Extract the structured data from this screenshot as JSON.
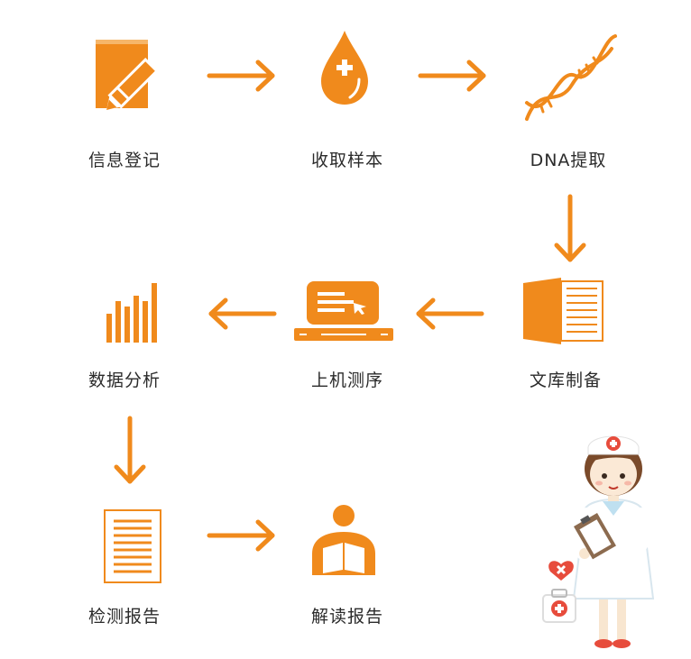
{
  "accent_color": "#F08A1C",
  "nodes": [
    {
      "id": "register",
      "label": "信息登记",
      "icon": "notebook-pencil-icon"
    },
    {
      "id": "sample",
      "label": "收取样本",
      "icon": "blood-drop-icon"
    },
    {
      "id": "dna",
      "label": "DNA提取",
      "icon": "dna-helix-icon"
    },
    {
      "id": "library",
      "label": "文库制备",
      "icon": "book-pages-icon"
    },
    {
      "id": "sequencing",
      "label": "上机测序",
      "icon": "laptop-icon"
    },
    {
      "id": "analysis",
      "label": "数据分析",
      "icon": "bar-chart-icon"
    },
    {
      "id": "report",
      "label": "检测报告",
      "icon": "document-lines-icon"
    },
    {
      "id": "interpret",
      "label": "解读报告",
      "icon": "person-reading-icon"
    }
  ],
  "edges": [
    {
      "from": "register",
      "to": "sample"
    },
    {
      "from": "sample",
      "to": "dna"
    },
    {
      "from": "dna",
      "to": "library"
    },
    {
      "from": "library",
      "to": "sequencing"
    },
    {
      "from": "sequencing",
      "to": "analysis"
    },
    {
      "from": "analysis",
      "to": "report"
    },
    {
      "from": "report",
      "to": "interpret"
    }
  ],
  "illustration": "nurse-with-clipboard-and-first-aid-kit"
}
